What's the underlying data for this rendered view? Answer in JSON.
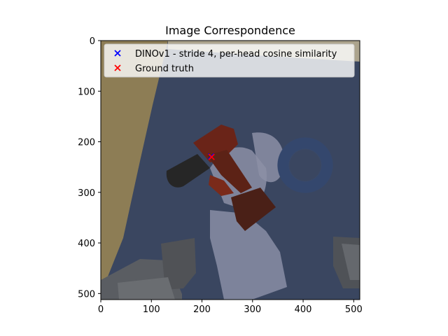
{
  "chart_data": {
    "type": "scatter",
    "title": "Image Correspondence",
    "xlabel": "",
    "ylabel": "",
    "xlim": [
      0,
      512
    ],
    "ylim": [
      512,
      0
    ],
    "y_inverted": true,
    "xticks": [
      0,
      100,
      200,
      300,
      400,
      500
    ],
    "yticks": [
      0,
      100,
      200,
      300,
      400,
      500
    ],
    "background_image": "photo of a red and black cordless drill lying on a dark blue surface with light blue shapes; gray blocks at bottom left and right; tan wooden panel at upper left",
    "legend_position": "top",
    "series": [
      {
        "name": "DINOv1 - stride 4, per-head cosine similarity",
        "marker": "x",
        "color": "#0000ff",
        "points": [
          [
            218,
            229
          ]
        ]
      },
      {
        "name": "Ground truth",
        "marker": "x",
        "color": "#ff0000",
        "points": [
          [
            219,
            230
          ]
        ]
      }
    ],
    "grid": false
  }
}
